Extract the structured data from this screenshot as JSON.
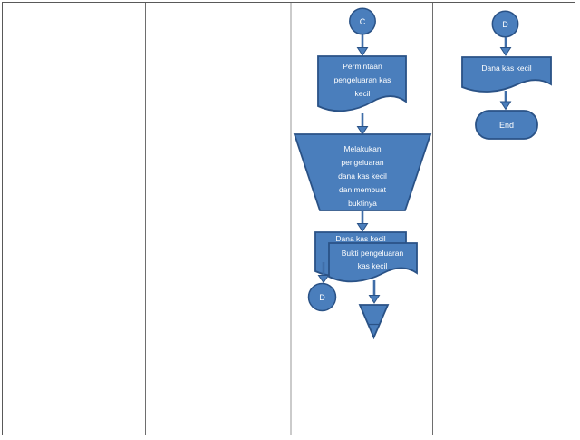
{
  "diagram_type": "flowchart",
  "colors": {
    "shape_fill": "#4a7ebc",
    "shape_stroke": "#2a5286",
    "arrow": "#3f6da8",
    "text": "#ffffff",
    "grid_dark": "#6e6e6e",
    "grid_light": "#cbcbcb",
    "frame": "#595959"
  },
  "lanes": {
    "count": 4,
    "labels": [
      "",
      "",
      "",
      ""
    ]
  },
  "nodes": {
    "col3_start_connector": {
      "shape": "circle-connector",
      "label": "C"
    },
    "col3_doc_permintaan": {
      "shape": "document",
      "label": "Permintaan pengeluaran kas kecil",
      "lines": [
        "Permintaan",
        "pengeluaran kas",
        "kecil"
      ]
    },
    "col3_manual_op": {
      "shape": "manual-operation",
      "label": "Melakukan pengeluaran dana kas kecil dan membuat buktinya",
      "lines": [
        "Melakukan",
        "pengeluaran",
        "dana kas kecil",
        "dan membuat",
        "buktinya"
      ]
    },
    "col3_doc_dana": {
      "shape": "document",
      "label": "Dana kas kecil",
      "lines": [
        "Dana kas kecil"
      ]
    },
    "col3_doc_bukti": {
      "shape": "document",
      "label": "Bukti pengeluaran kas kecil",
      "lines": [
        "Bukti pengeluaran",
        "kas kecil"
      ]
    },
    "col3_connector_d": {
      "shape": "circle-connector",
      "label": "D"
    },
    "col3_archive_triangle": {
      "shape": "inverted-triangle",
      "label": ""
    },
    "col4_connector_d": {
      "shape": "circle-connector",
      "label": "D"
    },
    "col4_doc_dana": {
      "shape": "document",
      "label": "Dana kas kecil",
      "lines": [
        "Dana kas kecil"
      ]
    },
    "col4_end": {
      "shape": "terminator",
      "label": "End"
    }
  },
  "edges": [
    {
      "from": "col3_start_connector",
      "to": "col3_doc_permintaan"
    },
    {
      "from": "col3_doc_permintaan",
      "to": "col3_manual_op"
    },
    {
      "from": "col3_manual_op",
      "to": "col3_doc_dana_and_bukti"
    },
    {
      "from": "col3_doc_dana",
      "to": "col3_connector_d"
    },
    {
      "from": "col3_doc_bukti",
      "to": "col3_archive_triangle"
    },
    {
      "from": "col4_connector_d",
      "to": "col4_doc_dana"
    },
    {
      "from": "col4_doc_dana",
      "to": "col4_end"
    }
  ]
}
